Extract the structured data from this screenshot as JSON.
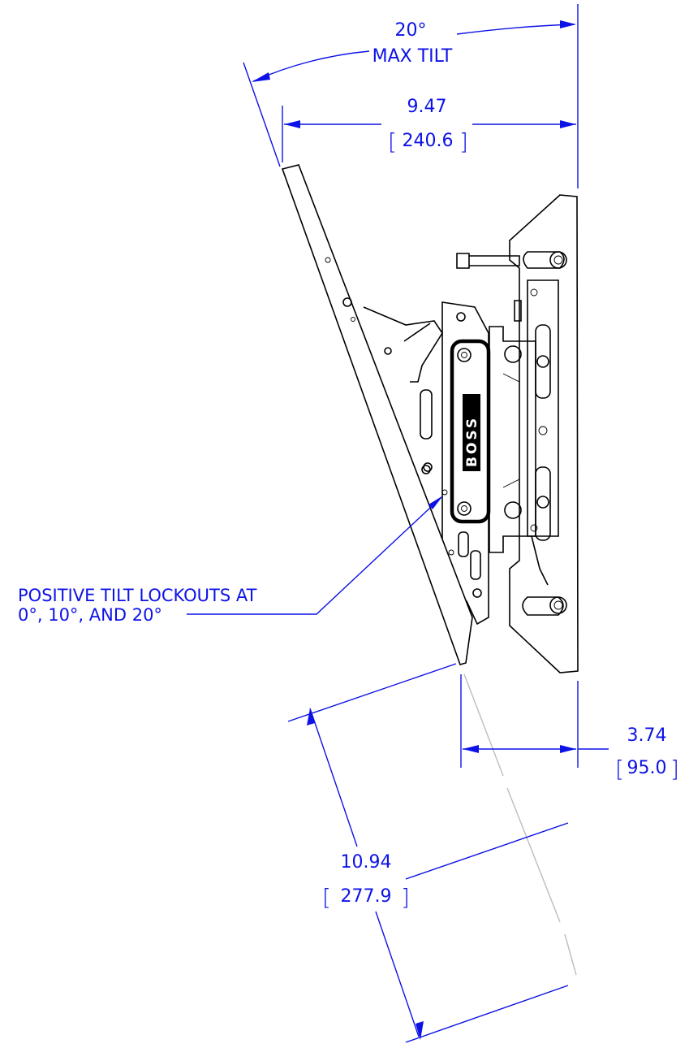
{
  "colors": {
    "dimension": "#0d12e6",
    "part": "#000000",
    "centerline": "#bdbdbd",
    "background": "#ffffff"
  },
  "tilt": {
    "angle": "20°",
    "label": "MAX TILT"
  },
  "width": {
    "inches": "9.47",
    "mm": "240.6"
  },
  "depth_min": {
    "inches": "3.74",
    "mm": "95.0"
  },
  "length": {
    "inches": "10.94",
    "mm": "277.9"
  },
  "note": {
    "line1": "POSITIVE TILT LOCKOUTS AT",
    "line2": "0°, 10°, AND 20°"
  },
  "logo_text": "BOSS"
}
